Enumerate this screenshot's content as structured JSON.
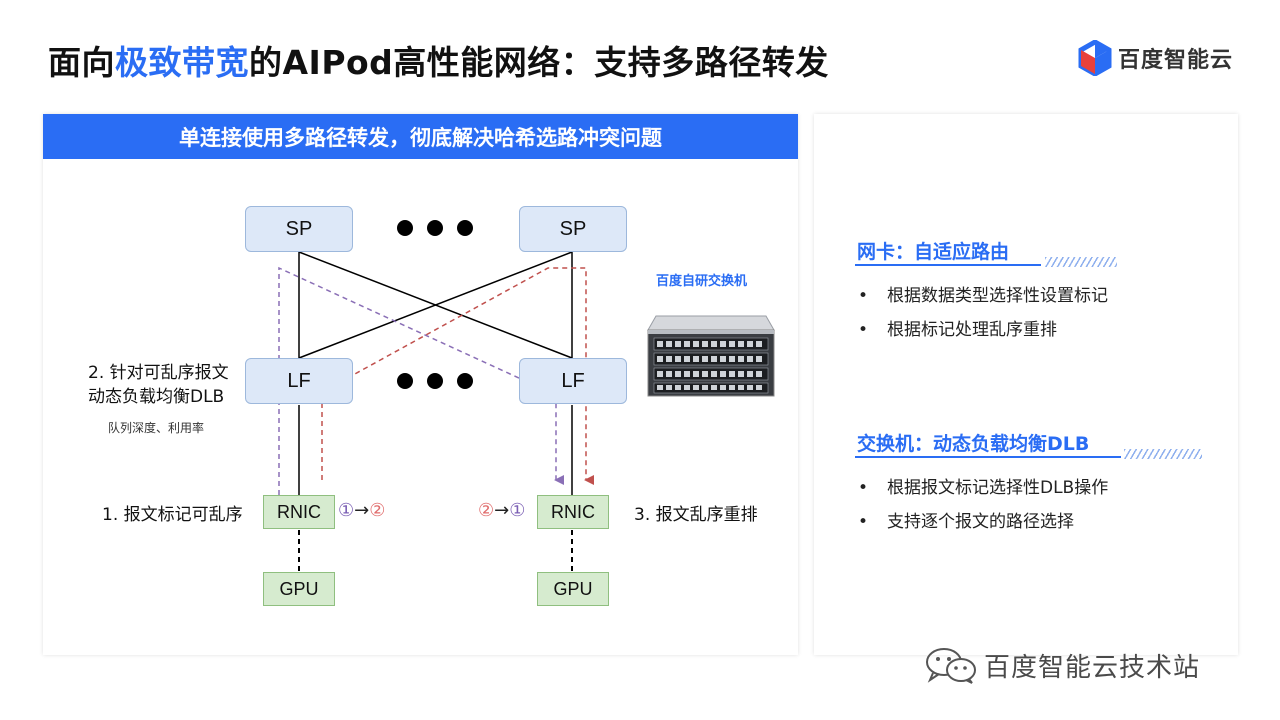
{
  "title": {
    "prefix": "面向",
    "highlight": "极致带宽",
    "suffix": "的AIPod高性能网络：支持多路径转发"
  },
  "logo": {
    "text": "百度智能云",
    "icon": "baidu-cloud-hexagon-icon"
  },
  "banner": "单连接使用多路径转发，彻底解决哈希选路冲突问题",
  "diagram": {
    "spine_left": "SP",
    "spine_right": "SP",
    "leaf_left": "LF",
    "leaf_right": "LF",
    "rnic_left": "RNIC",
    "rnic_right": "RNIC",
    "gpu_left": "GPU",
    "gpu_right": "GPU",
    "label_dlb_line1": "2. 针对可乱序报文",
    "label_dlb_line2": "动态负载均衡DLB",
    "label_dlb_sub": "队列深度、利用率",
    "label_mark": "1. 报文标记可乱序",
    "label_reorder": "3. 报文乱序重排",
    "seq_left": {
      "a": "①",
      "arrow": "→",
      "b": "②"
    },
    "seq_right": {
      "a": "②",
      "arrow": "→",
      "b": "①"
    },
    "switch_label": "百度自研交换机",
    "colors": {
      "purple_path": "#8a6fb6",
      "red_path": "#c0504d",
      "accent": "#2a6df4"
    }
  },
  "right_panel": {
    "section1": {
      "heading": "网卡：自适应路由",
      "items": [
        "根据数据类型选择性设置标记",
        "根据标记处理乱序重排"
      ]
    },
    "section2": {
      "heading": "交换机：动态负载均衡DLB",
      "items": [
        "根据报文标记选择性DLB操作",
        "支持逐个报文的路径选择"
      ]
    }
  },
  "watermark": {
    "text": "百度智能云技术站",
    "icon": "wechat-icon"
  }
}
